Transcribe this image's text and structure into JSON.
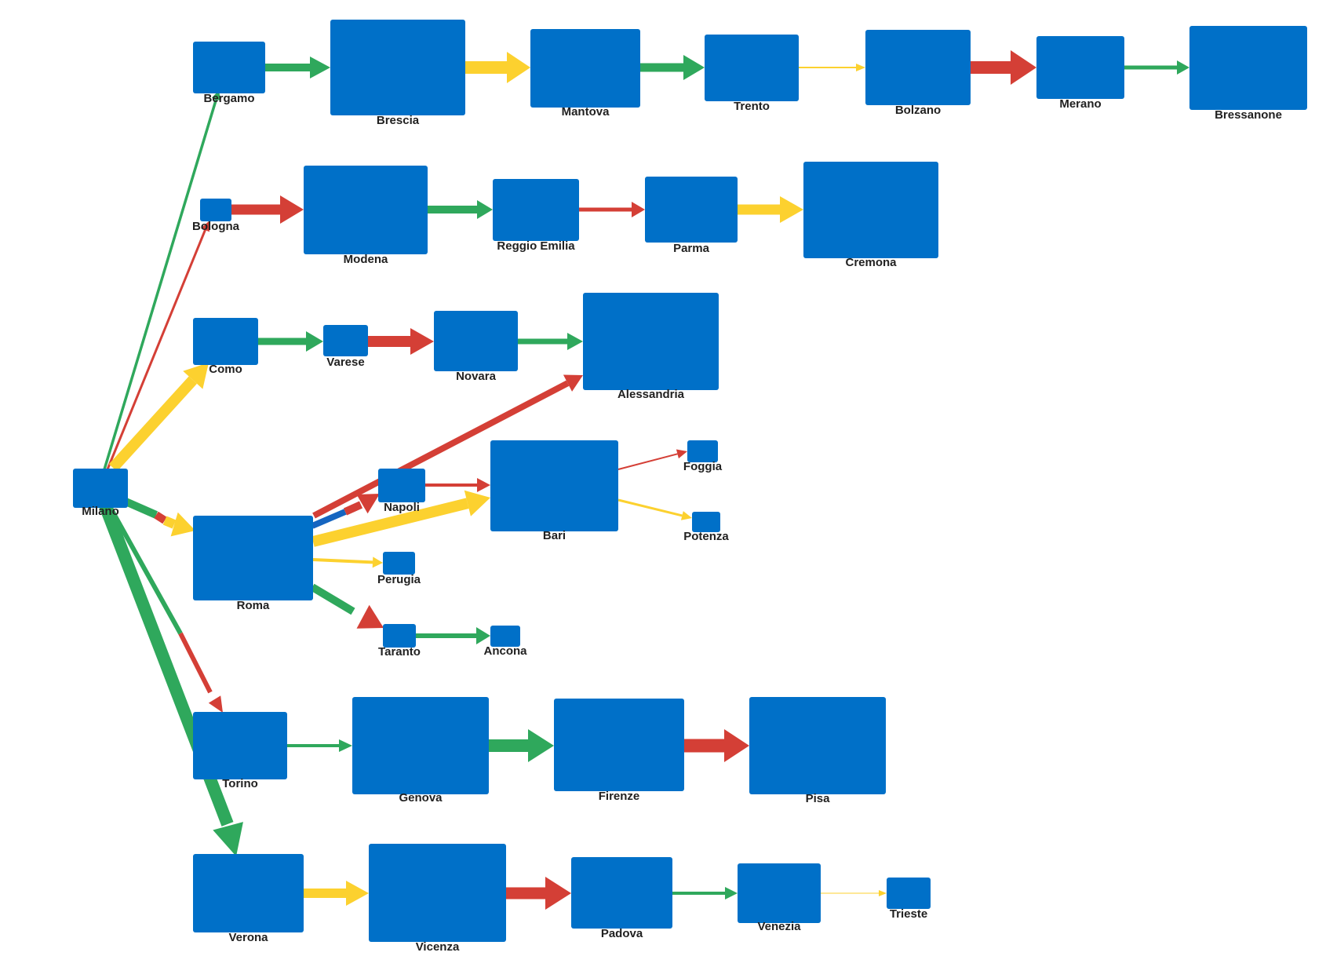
{
  "colors": {
    "node": "#0070c8",
    "green": "#2fa85c",
    "yellow": "#fcd12f",
    "red": "#d43f36",
    "blue": "#1565c0"
  },
  "nodes": [
    {
      "id": "milano",
      "label": "Milano"
    },
    {
      "id": "bergamo",
      "label": "Bergamo"
    },
    {
      "id": "brescia",
      "label": "Brescia"
    },
    {
      "id": "mantova",
      "label": "Mantova"
    },
    {
      "id": "trento",
      "label": "Trento"
    },
    {
      "id": "bolzano",
      "label": "Bolzano"
    },
    {
      "id": "merano",
      "label": "Merano"
    },
    {
      "id": "bressanone",
      "label": "Bressanone"
    },
    {
      "id": "bologna",
      "label": "Bologna"
    },
    {
      "id": "modena",
      "label": "Modena"
    },
    {
      "id": "reggio-emilia",
      "label": "Reggio Emilia"
    },
    {
      "id": "parma",
      "label": "Parma"
    },
    {
      "id": "cremona",
      "label": "Cremona"
    },
    {
      "id": "como",
      "label": "Como"
    },
    {
      "id": "varese",
      "label": "Varese"
    },
    {
      "id": "novara",
      "label": "Novara"
    },
    {
      "id": "alessandria",
      "label": "Alessandria"
    },
    {
      "id": "roma",
      "label": "Roma"
    },
    {
      "id": "napoli",
      "label": "Napoli"
    },
    {
      "id": "bari",
      "label": "Bari"
    },
    {
      "id": "foggia",
      "label": "Foggia"
    },
    {
      "id": "potenza",
      "label": "Potenza"
    },
    {
      "id": "perugia",
      "label": "Perugia"
    },
    {
      "id": "taranto",
      "label": "Taranto"
    },
    {
      "id": "ancona",
      "label": "Ancona"
    },
    {
      "id": "torino",
      "label": "Torino"
    },
    {
      "id": "genova",
      "label": "Genova"
    },
    {
      "id": "firenze",
      "label": "Firenze"
    },
    {
      "id": "pisa",
      "label": "Pisa"
    },
    {
      "id": "verona",
      "label": "Verona"
    },
    {
      "id": "vicenza",
      "label": "Vicenza"
    },
    {
      "id": "padova",
      "label": "Padova"
    },
    {
      "id": "venezia",
      "label": "Venezia"
    },
    {
      "id": "trieste",
      "label": "Trieste"
    }
  ],
  "edges": [
    {
      "from": "milano",
      "to": "bergamo",
      "color": "green"
    },
    {
      "from": "bergamo",
      "to": "brescia",
      "color": "green"
    },
    {
      "from": "brescia",
      "to": "mantova",
      "color": "yellow"
    },
    {
      "from": "mantova",
      "to": "trento",
      "color": "green"
    },
    {
      "from": "trento",
      "to": "bolzano",
      "color": "yellow"
    },
    {
      "from": "bolzano",
      "to": "merano",
      "color": "red"
    },
    {
      "from": "merano",
      "to": "bressanone",
      "color": "green"
    },
    {
      "from": "milano",
      "to": "bologna",
      "color": "red"
    },
    {
      "from": "bologna",
      "to": "modena",
      "color": "red"
    },
    {
      "from": "modena",
      "to": "reggio-emilia",
      "color": "green"
    },
    {
      "from": "reggio-emilia",
      "to": "parma",
      "color": "red"
    },
    {
      "from": "parma",
      "to": "cremona",
      "color": "yellow"
    },
    {
      "from": "milano",
      "to": "como",
      "color": "yellow"
    },
    {
      "from": "como",
      "to": "varese",
      "color": "green"
    },
    {
      "from": "varese",
      "to": "novara",
      "color": "red"
    },
    {
      "from": "novara",
      "to": "alessandria",
      "color": "green"
    },
    {
      "from": "milano",
      "to": "roma",
      "color": "green,red,yellow"
    },
    {
      "from": "roma",
      "to": "napoli",
      "color": "blue,red"
    },
    {
      "from": "roma",
      "to": "alessandria",
      "color": "red"
    },
    {
      "from": "roma",
      "to": "bari",
      "color": "yellow"
    },
    {
      "from": "napoli",
      "to": "bari",
      "color": "red"
    },
    {
      "from": "bari",
      "to": "foggia",
      "color": "red"
    },
    {
      "from": "bari",
      "to": "potenza",
      "color": "yellow"
    },
    {
      "from": "roma",
      "to": "perugia",
      "color": "yellow"
    },
    {
      "from": "roma",
      "to": "taranto",
      "color": "green,red"
    },
    {
      "from": "taranto",
      "to": "ancona",
      "color": "green"
    },
    {
      "from": "milano",
      "to": "torino",
      "color": "green,red"
    },
    {
      "from": "torino",
      "to": "genova",
      "color": "green"
    },
    {
      "from": "genova",
      "to": "firenze",
      "color": "green"
    },
    {
      "from": "firenze",
      "to": "pisa",
      "color": "red"
    },
    {
      "from": "milano",
      "to": "verona",
      "color": "green"
    },
    {
      "from": "verona",
      "to": "vicenza",
      "color": "yellow"
    },
    {
      "from": "vicenza",
      "to": "padova",
      "color": "red"
    },
    {
      "from": "padova",
      "to": "venezia",
      "color": "green"
    },
    {
      "from": "venezia",
      "to": "trieste",
      "color": "yellow"
    }
  ]
}
